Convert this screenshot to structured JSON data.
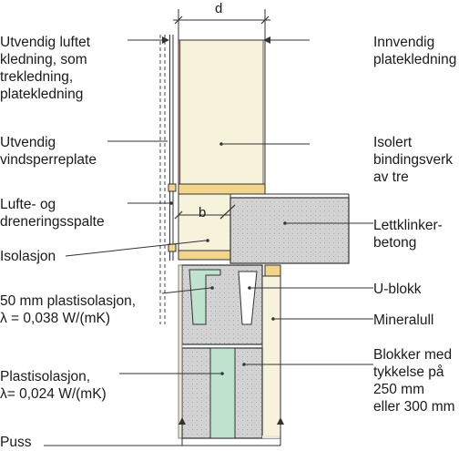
{
  "labels": {
    "dimension_d": "d",
    "dimension_b": "b",
    "outer_cladding": "Utvendig luftet\nkledning, som\ntrekledning,\nplatekledning",
    "inner_cladding": "Innvendig\nplatekledning",
    "wind_barrier": "Utvendig\nvindsperreplate",
    "insulated_frame": "Isolert\nbindingsverk\nav tre",
    "air_gap": "Lufte- og\ndreneringsspalte",
    "lwa_concrete": "Lettklinker-\nbetong",
    "insulation": "Isolasjon",
    "u_block": "U-blokk",
    "plastic_insulation_50": "50 mm plastisolasjon,\nλ = 0,038 W/(mK)",
    "mineral_wool": "Mineralull",
    "plastic_insulation": "Plastisolasjon,\nλ= 0,024 W/(mK)",
    "blocks_thickness": "Blokker med\ntykkelse på\n250 mm\neller 300 mm",
    "plaster": "Puss"
  },
  "colors": {
    "insulation_fill": "#f7f2dc",
    "concrete_fill": "#d3d3d3",
    "plastic_insulation_fill": "#bfe3cf",
    "wood_fill": "#f0d58a",
    "plaster_fill": "#ece7d6",
    "cladding_line": "#c0392b",
    "stroke": "#333333",
    "text": "#1a1a1a"
  }
}
